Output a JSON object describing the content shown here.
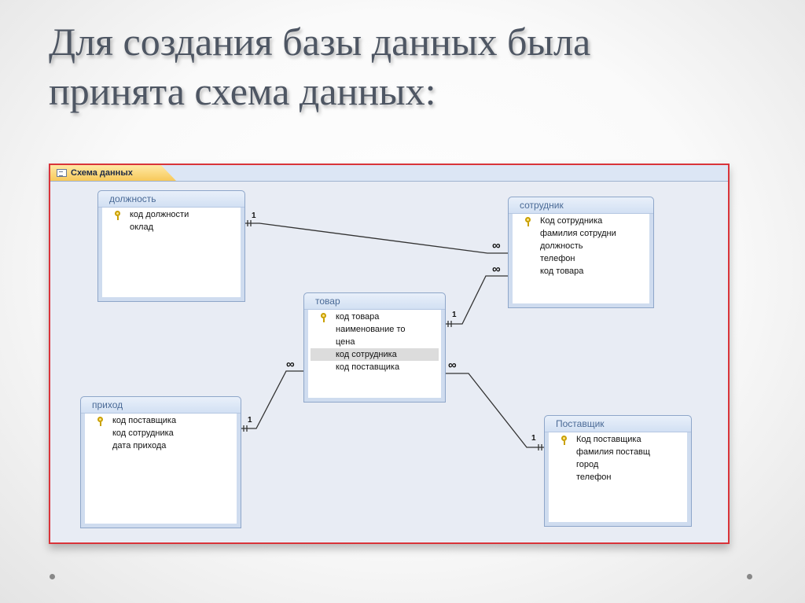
{
  "slide": {
    "title_line1": "Для создания базы данных была",
    "title_line2": "принята схема данных:"
  },
  "window": {
    "tab_label": "Схема данных",
    "tab_icon": "relationships-icon",
    "accent": "#d9343a"
  },
  "tables": [
    {
      "id": "dolzhnost",
      "title": "должность",
      "fields": [
        {
          "name": "код должности",
          "key": true
        },
        {
          "name": "оклад"
        }
      ]
    },
    {
      "id": "sotrudnik",
      "title": "сотрудник",
      "fields": [
        {
          "name": "Код сотрудника",
          "key": true
        },
        {
          "name": "фамилия сотрудни"
        },
        {
          "name": "должность"
        },
        {
          "name": "телефон"
        },
        {
          "name": "код товара"
        }
      ]
    },
    {
      "id": "tovar",
      "title": "товар",
      "fields": [
        {
          "name": "код товара",
          "key": true
        },
        {
          "name": "наименование то"
        },
        {
          "name": "цена"
        },
        {
          "name": "код сотрудника",
          "selected": true
        },
        {
          "name": "код поставщика"
        }
      ]
    },
    {
      "id": "prihod",
      "title": "приход",
      "fields": [
        {
          "name": "код поставщика",
          "key": true
        },
        {
          "name": "код сотрудника"
        },
        {
          "name": "дата прихода"
        }
      ]
    },
    {
      "id": "postavshik",
      "title": "Поставщик",
      "fields": [
        {
          "name": "Код поставщика",
          "key": true
        },
        {
          "name": "фамилия поставщ"
        },
        {
          "name": "город"
        },
        {
          "name": "телефон"
        }
      ]
    }
  ],
  "relationships": [
    {
      "from": "dolzhnost",
      "to": "sotrudnik",
      "from_card": "1",
      "to_card": "∞"
    },
    {
      "from": "tovar",
      "to": "sotrudnik",
      "from_card": "1",
      "to_card": "∞"
    },
    {
      "from": "prihod",
      "to": "tovar",
      "from_card": "1",
      "to_card": "∞"
    },
    {
      "from": "postavshik",
      "to": "tovar",
      "from_card": "1",
      "to_card": "∞"
    }
  ]
}
